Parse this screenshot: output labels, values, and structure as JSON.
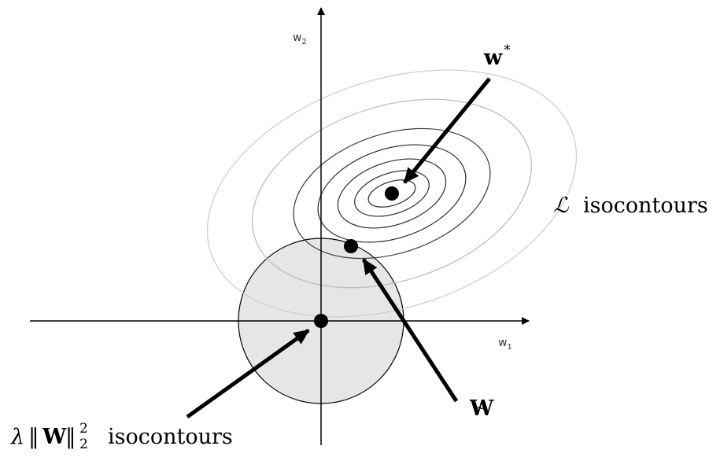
{
  "axes": {
    "x_label_base": "w",
    "x_label_sub": "1",
    "y_label_base": "w",
    "y_label_sub": "2"
  },
  "labels": {
    "w_star_base": "w",
    "w_star_sup": "*",
    "w_tilde": "W",
    "w_tilde_accent": "~",
    "loss_symbol": "ℒ",
    "loss_iso": "isocontours",
    "reg_lambda": "λ",
    "reg_norm_open": "‖",
    "reg_w": "W",
    "reg_norm_close": "‖",
    "reg_sup": "2",
    "reg_sub": "2",
    "reg_iso": "isocontours"
  },
  "colors": {
    "ink": "#000000",
    "disk_fill": "#e6e6e6",
    "contour_outer": "#c8c8c8",
    "contour_inner": "#2a2a2a"
  }
}
